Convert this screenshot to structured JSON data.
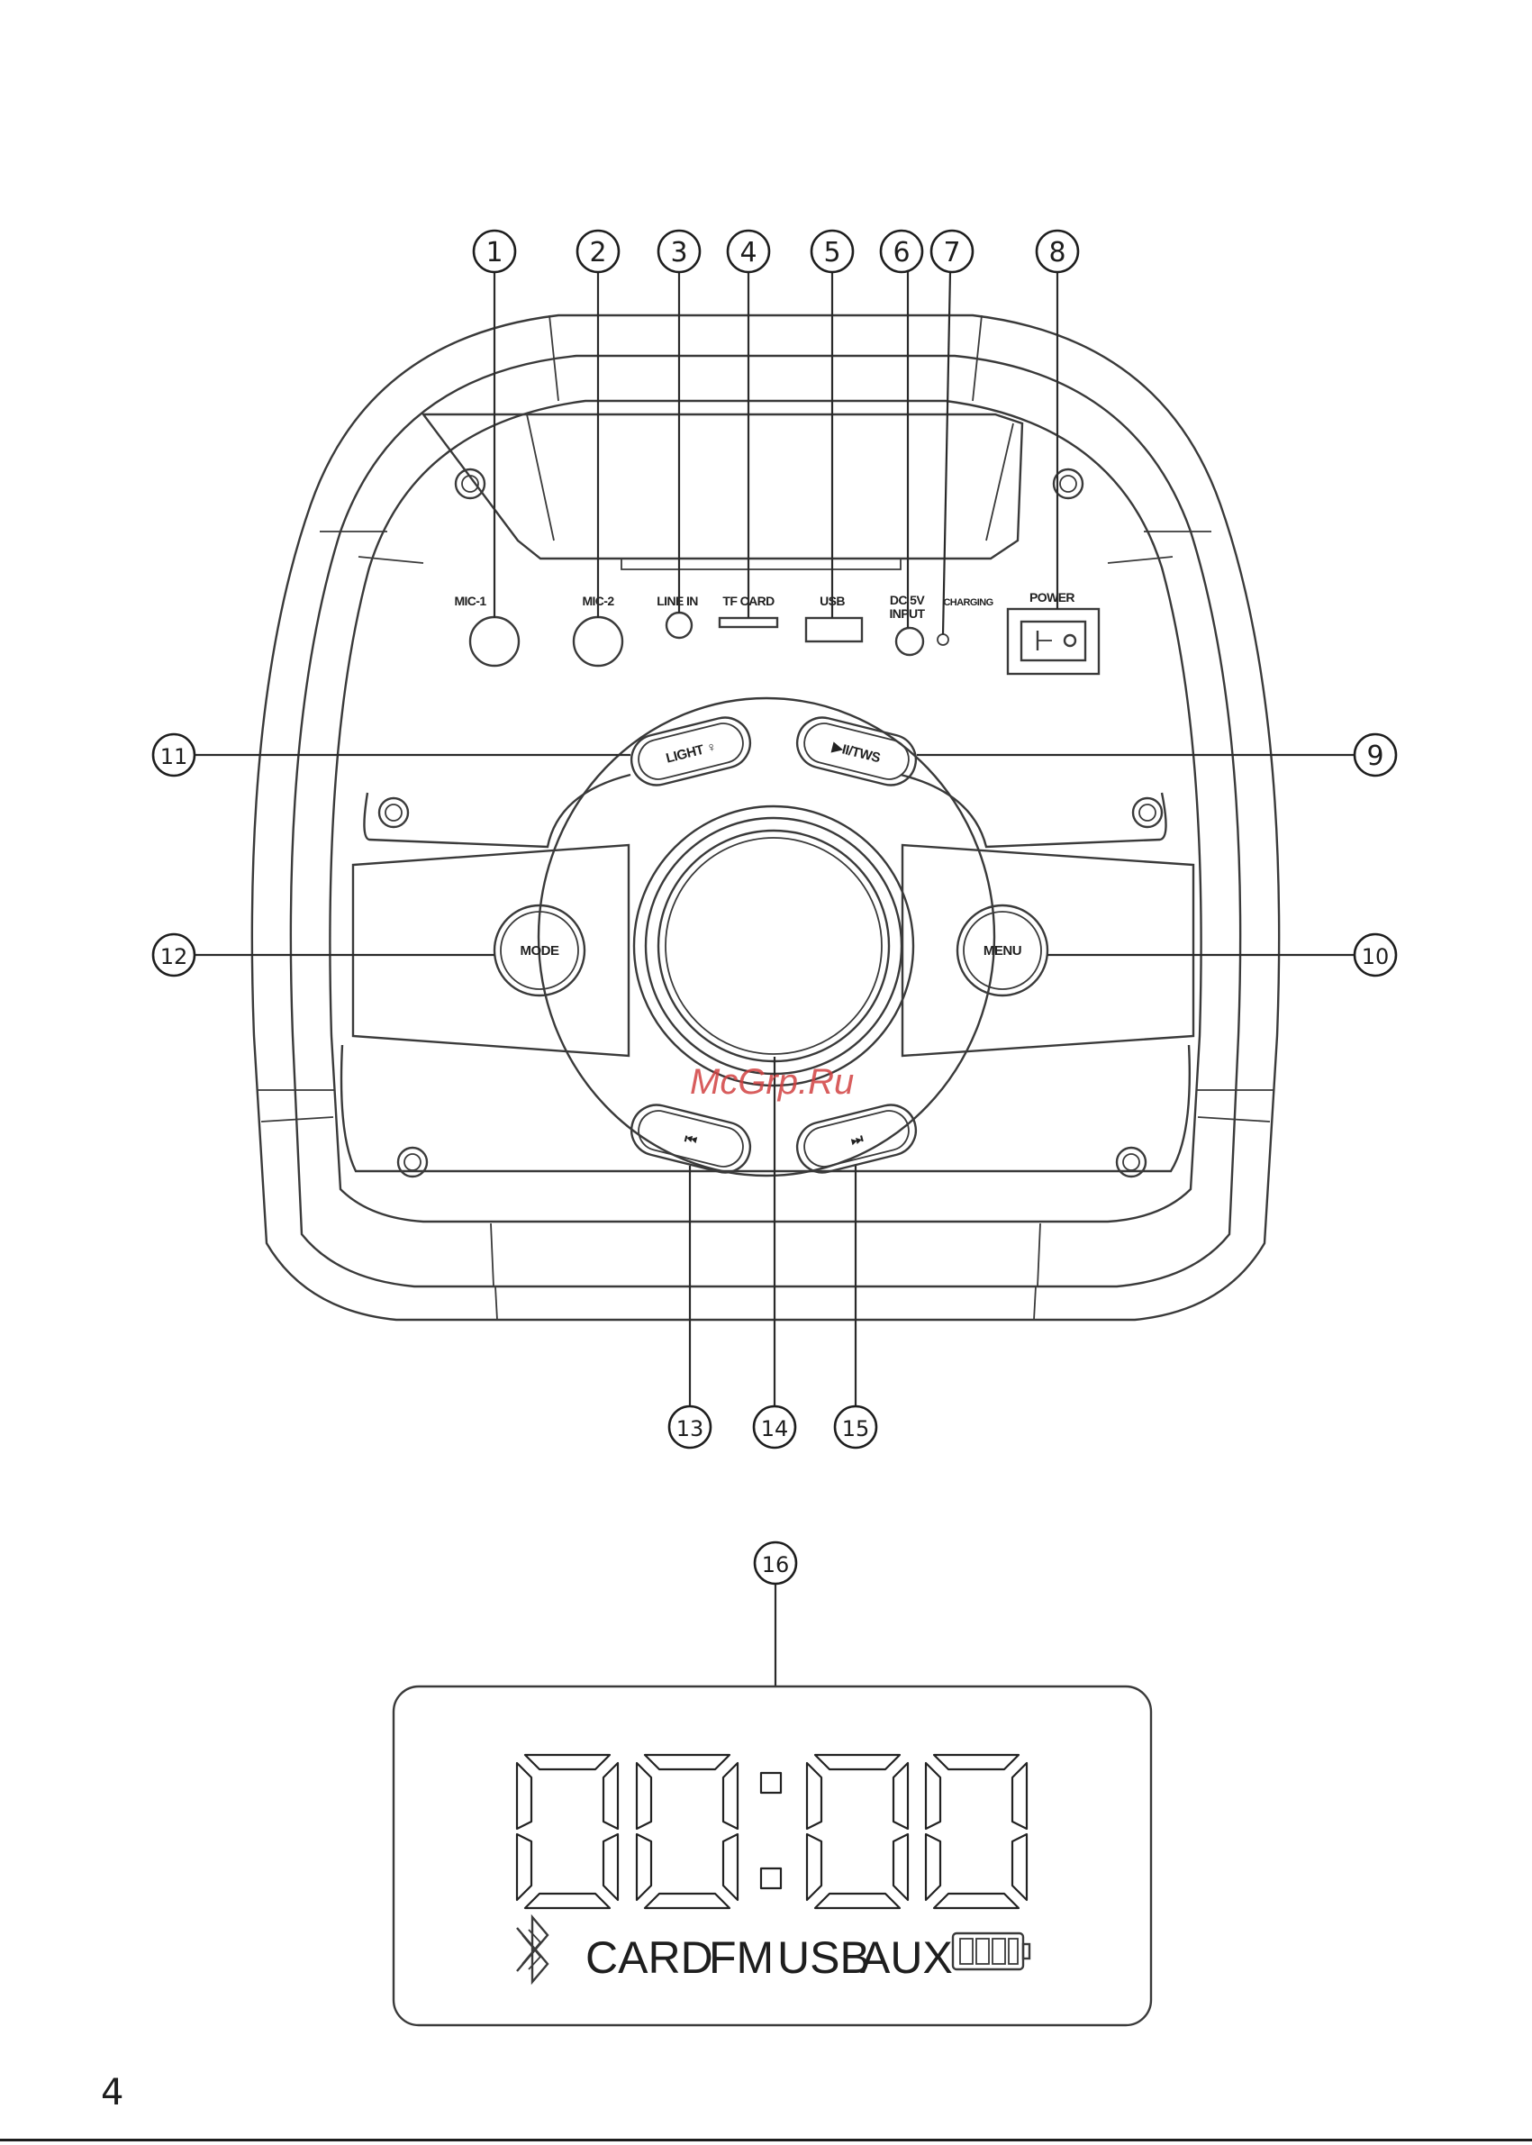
{
  "speaker": {
    "ports": {
      "mic1": "MIC-1",
      "mic2": "MIC-2",
      "line_in": "LINE IN",
      "tf_card": "TF CARD",
      "usb": "USB",
      "dc_input_1": "DC 5V",
      "dc_input_2": "INPUT",
      "charging": "CHARGING",
      "power": "POWER"
    },
    "buttons": {
      "light": "LIGHT ♀",
      "play_tws": "▶II/TWS",
      "mode": "MODE",
      "menu": "MENU",
      "prev": "⏮",
      "next": "⏭"
    }
  },
  "callouts": [
    "1",
    "2",
    "3",
    "4",
    "5",
    "6",
    "7",
    "8",
    "9",
    "10",
    "11",
    "12",
    "13",
    "14",
    "15",
    "16"
  ],
  "lcd": {
    "digits": "00:00",
    "indicators": [
      "CARD",
      "FM",
      "USB",
      "AUX"
    ],
    "icons": [
      "bluetooth-icon",
      "battery-icon"
    ]
  },
  "watermark": "McGrp.Ru",
  "page_number": "4"
}
